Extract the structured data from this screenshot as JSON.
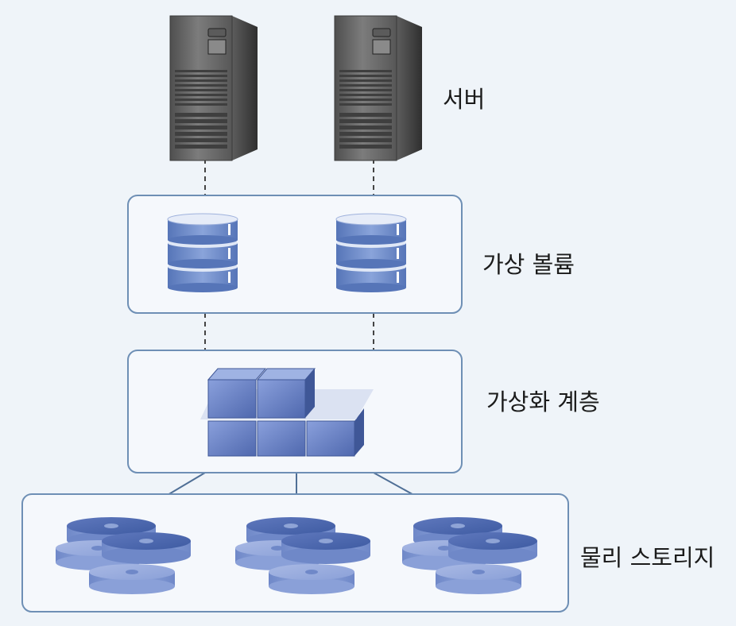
{
  "labels": {
    "server": "서버",
    "virtual_volume": "가상 볼륨",
    "virtualization_layer": "가상화 계층",
    "physical_storage": "물리 스토리지"
  },
  "counts": {
    "servers": 2,
    "virtual_volumes": 2,
    "disk_groups": 3,
    "disks_per_group": 4
  },
  "colors": {
    "background": "#eff4f9",
    "box_border": "#6e8fb5",
    "box_fill": "#f5f8fc",
    "connector": "#4f6f96",
    "dashed_line": "#444444",
    "server_body": "#6d6d6d",
    "volume_fill": "#6f8fce",
    "volume_top": "#e2e9f7",
    "block_fill": "#6d87c9",
    "disk_fill": "#6d87c9"
  }
}
